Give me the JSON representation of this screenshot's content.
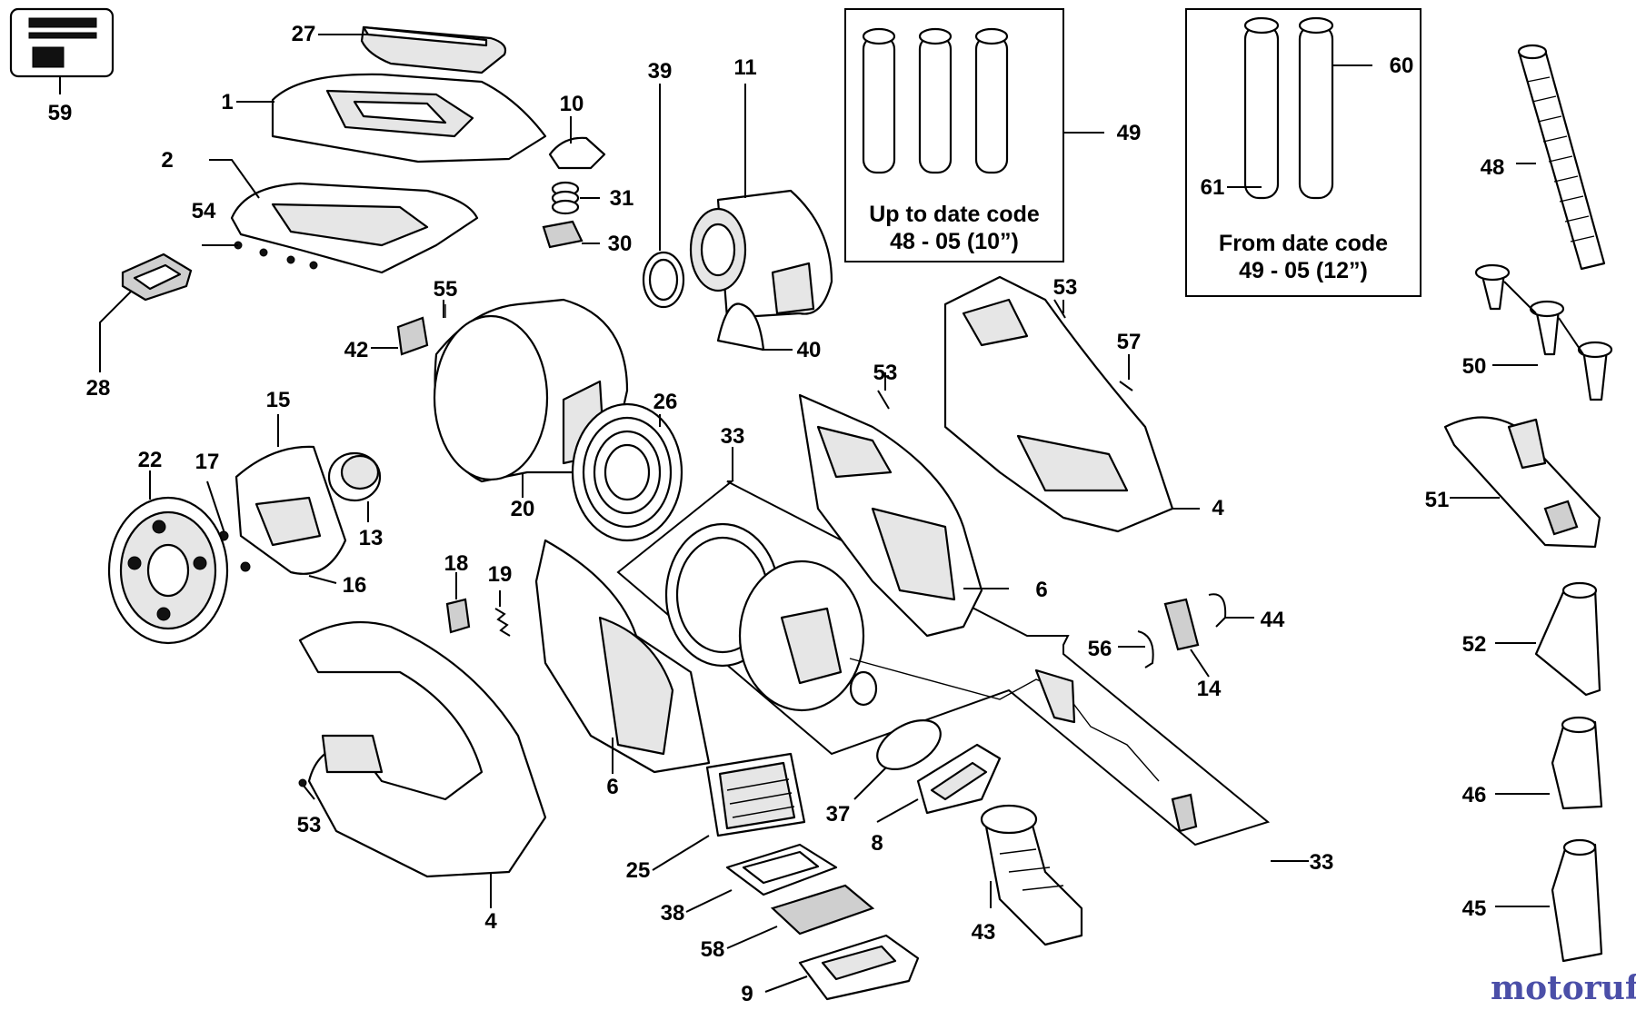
{
  "diagram": {
    "callouts": {
      "c1": "1",
      "c2": "2",
      "c4a": "4",
      "c4b": "4",
      "c6a": "6",
      "c6b": "6",
      "c8": "8",
      "c9": "9",
      "c10": "10",
      "c11": "11",
      "c13": "13",
      "c14": "14",
      "c15": "15",
      "c16": "16",
      "c17": "17",
      "c18": "18",
      "c19": "19",
      "c20": "20",
      "c22": "22",
      "c25": "25",
      "c26": "26",
      "c27": "27",
      "c28": "28",
      "c30": "30",
      "c31": "31",
      "c33a": "33",
      "c33b": "33",
      "c37": "37",
      "c38": "38",
      "c39": "39",
      "c40": "40",
      "c42": "42",
      "c43": "43",
      "c44": "44",
      "c45": "45",
      "c46": "46",
      "c48": "48",
      "c49": "49",
      "c50": "50",
      "c51": "51",
      "c52": "52",
      "c53a": "53",
      "c53b": "53",
      "c53c": "53",
      "c54": "54",
      "c55": "55",
      "c56": "56",
      "c57": "57",
      "c58": "58",
      "c59": "59",
      "c60": "60",
      "c61": "61"
    },
    "box_old": {
      "line1": "Up to date code",
      "line2": "48 - 05 (10”)"
    },
    "box_new": {
      "line1": "From date code",
      "line2": "49 - 05 (12”)"
    },
    "watermark": "motoruf"
  },
  "colors": {
    "line": "#000000",
    "background": "#ffffff",
    "watermark": "#4b4fa8",
    "watermark_accent": "#d08a1e"
  }
}
